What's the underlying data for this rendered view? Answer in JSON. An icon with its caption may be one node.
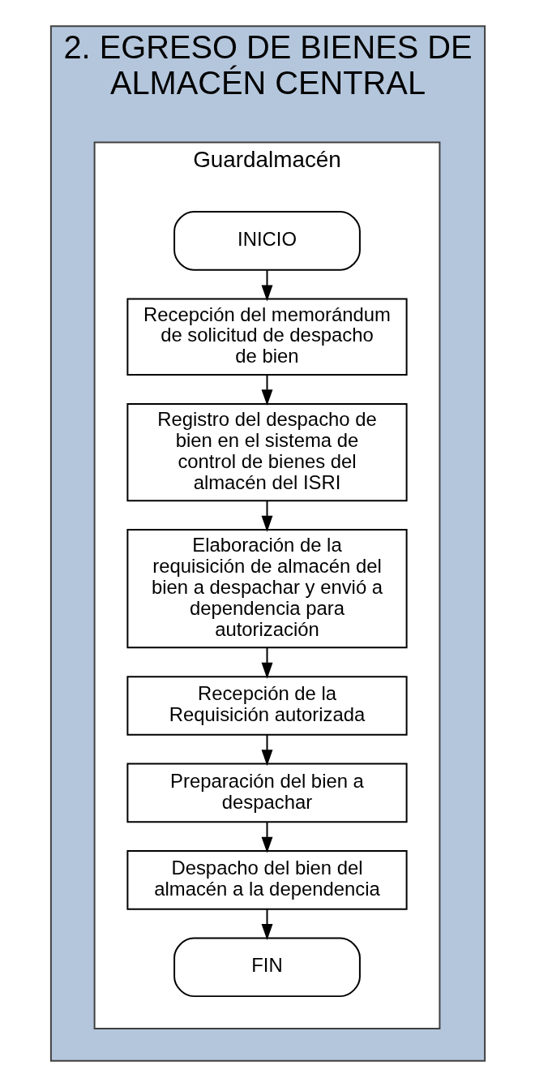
{
  "diagram": {
    "nodes": [
      {
        "text": [
          "2. EGRESO DE BIENES DE ALMACÉN CENTRAL"
        ]
      },
      {
        "text": [
          "Guardalmacén"
        ],
        "in": 0
      },
      {
        "text": [
          "INICIO"
        ],
        "in": 1
      },
      {
        "text": [
          "Recepción del memorándum de solicitud de despacho de bien"
        ],
        "in": 1
      },
      {
        "text": [
          "Registro del despacho de bien en el sistema de control de bienes del almacén del ISRI"
        ],
        "in": 1
      },
      {
        "text": [
          "Elaboración de la requisición de almacén del bien a despachar y envió a dependencia para autorización"
        ],
        "in": 1
      },
      {
        "text": [
          "Recepción de la Requisición autorizada"
        ],
        "in": 1
      },
      {
        "text": [
          "Preparación del bien a despachar"
        ],
        "in": 1
      },
      {
        "text": [
          "Despacho del bien del almacén a la dependencia"
        ],
        "in": 1
      },
      {
        "text": [
          "FIN"
        ],
        "in": 1
      }
    ],
    "edges": [
      {
        "from": 2,
        "to": 3,
        "arrow": "to"
      },
      {
        "from": 3,
        "to": 4,
        "arrow": "to"
      },
      {
        "from": 4,
        "to": 5,
        "arrow": "to"
      },
      {
        "from": 5,
        "to": 6,
        "arrow": "to"
      },
      {
        "from": 6,
        "to": 7,
        "arrow": "to"
      },
      {
        "from": 7,
        "to": 8,
        "arrow": "to"
      },
      {
        "from": 8,
        "to": 9,
        "arrow": "to"
      }
    ]
  }
}
